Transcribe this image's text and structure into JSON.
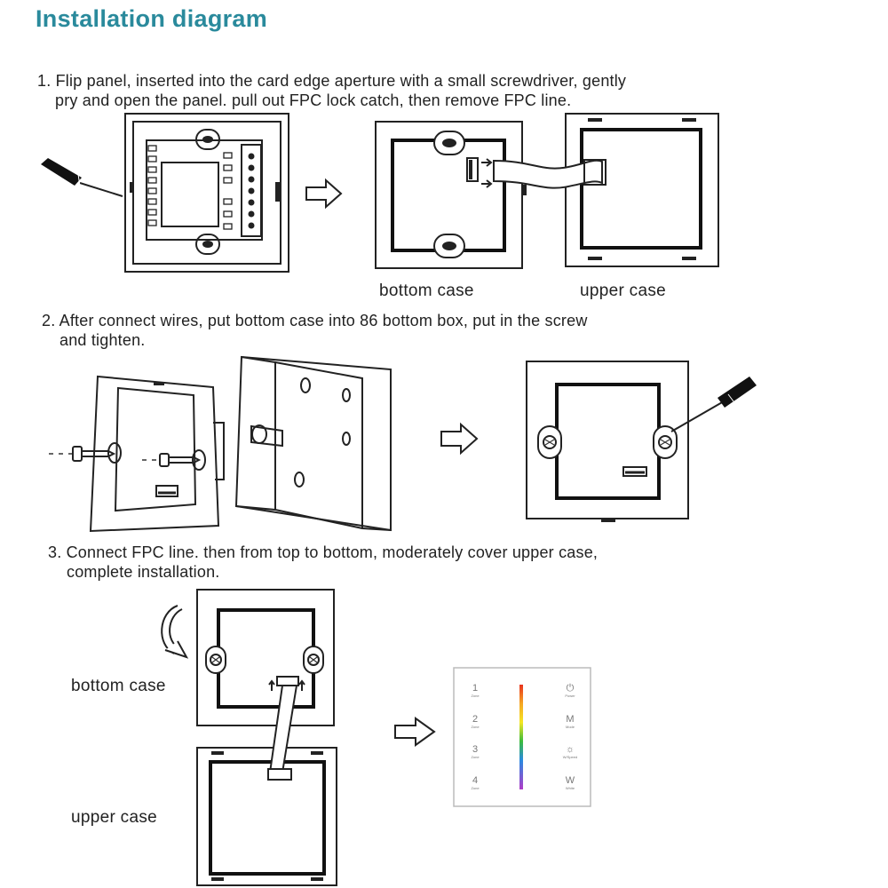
{
  "title": "Installation diagram",
  "steps": [
    {
      "line1": "1. Flip panel, inserted into the card edge aperture with a small screwdriver, gently",
      "line2": "pry and open the panel. pull out  FPC lock catch, then remove FPC line."
    },
    {
      "line1": "2. After connect wires, put bottom case into 86 bottom box, put in the screw",
      "line2": "and tighten."
    },
    {
      "line1": "3. Connect FPC line. then from top to bottom, moderately cover upper case,",
      "line2": "complete installation."
    }
  ],
  "labels": {
    "step1_bottom_case": "bottom case",
    "step1_upper_case": "upper case",
    "step3_bottom_case": "bottom case",
    "step3_upper_case": "upper case"
  },
  "panel_keys": {
    "left": [
      {
        "main": "1",
        "sub": "Zone"
      },
      {
        "main": "2",
        "sub": "Zone"
      },
      {
        "main": "3",
        "sub": "Zone"
      },
      {
        "main": "4",
        "sub": "Zone"
      }
    ],
    "right": [
      {
        "main": "⏻",
        "sub": "Power"
      },
      {
        "main": "M",
        "sub": "Mode"
      },
      {
        "main": "☼",
        "sub": "W/Speed"
      },
      {
        "main": "W",
        "sub": "White"
      }
    ]
  },
  "colors": {
    "title": "#2a8a9c",
    "line": "#222222"
  },
  "icons": [
    "screwdriver-icon",
    "arrow-right-icon",
    "curved-arrow-icon",
    "screw-icon"
  ]
}
